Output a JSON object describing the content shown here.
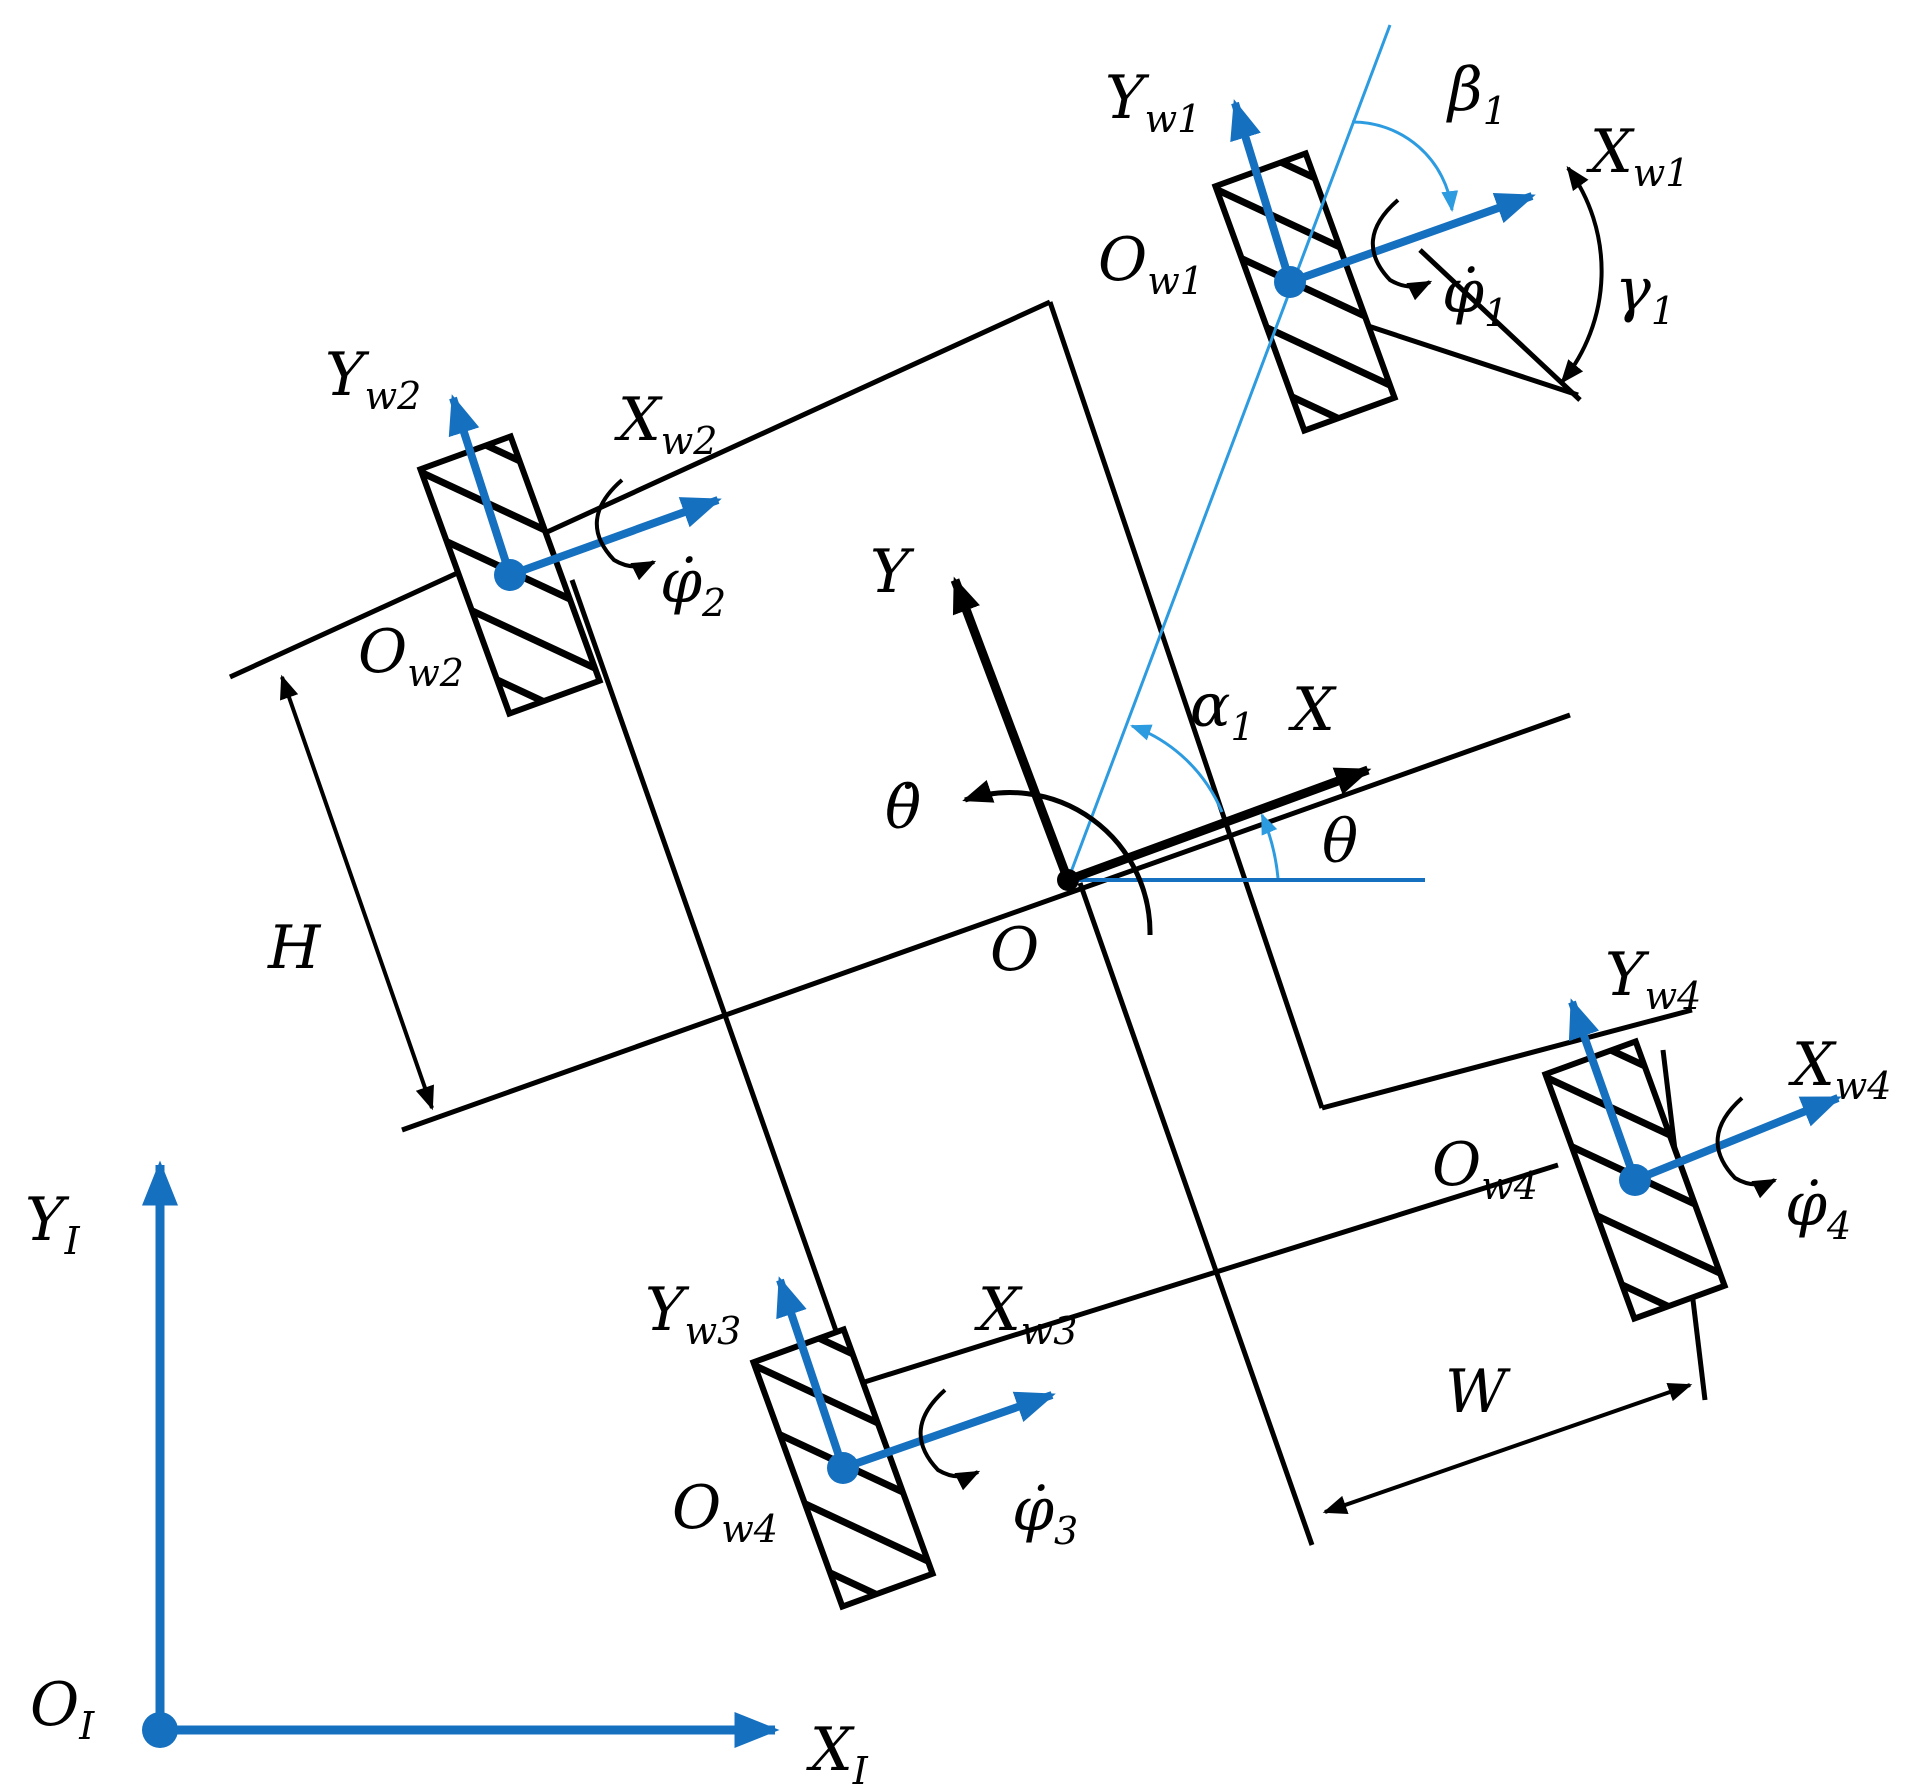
{
  "colors": {
    "frame_blue": "#1570c0",
    "angle_blue": "#2d9be0",
    "line": "#000000"
  },
  "labels": {
    "Y_I": {
      "base": "Y",
      "sub": "I"
    },
    "X_I": {
      "base": "X",
      "sub": "I"
    },
    "O_I": {
      "base": "O",
      "sub": "I"
    },
    "Y": "Y",
    "X": "X",
    "O": "O",
    "theta": "θ",
    "theta_dot": "θ̇",
    "alpha1": {
      "base": "α",
      "sub": "1"
    },
    "beta1": {
      "base": "β",
      "sub": "1"
    },
    "gamma1": {
      "base": "γ",
      "sub": "1"
    },
    "H": "H",
    "W": "W",
    "wheel1": {
      "Y": {
        "base": "Y",
        "sub": "w1"
      },
      "X": {
        "base": "X",
        "sub": "w1"
      },
      "O": {
        "base": "O",
        "sub": "w1"
      },
      "phi": {
        "base": "φ̇",
        "sub": "1"
      }
    },
    "wheel2": {
      "Y": {
        "base": "Y",
        "sub": "w2"
      },
      "X": {
        "base": "X",
        "sub": "w2"
      },
      "O": {
        "base": "O",
        "sub": "w2"
      },
      "phi": {
        "base": "φ̇",
        "sub": "2"
      }
    },
    "wheel3": {
      "Y": {
        "base": "Y",
        "sub": "w3"
      },
      "X": {
        "base": "X",
        "sub": "w3"
      },
      "O": {
        "base": "O",
        "sub": "w4"
      },
      "phi": {
        "base": "φ̇",
        "sub": "3"
      }
    },
    "wheel4": {
      "Y": {
        "base": "Y",
        "sub": "w4"
      },
      "X": {
        "base": "X",
        "sub": "w4"
      },
      "O": {
        "base": "O",
        "sub": "w4"
      },
      "phi": {
        "base": "φ̇",
        "sub": "4"
      }
    }
  }
}
